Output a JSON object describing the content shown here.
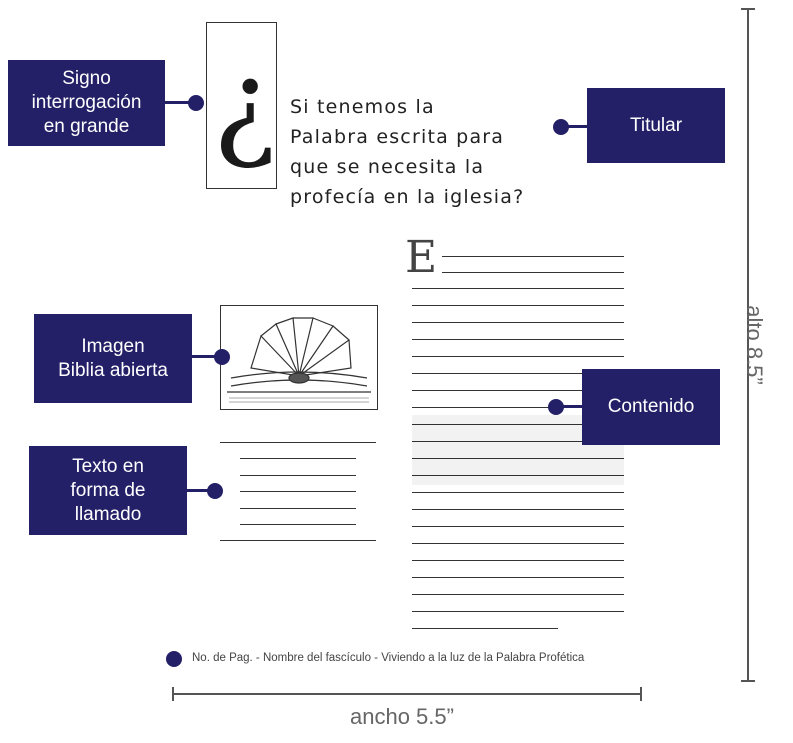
{
  "callouts": {
    "signo": "Signo\ninterrogación\nen grande",
    "titular": "Titular",
    "imagen": "Imagen\nBiblia abierta",
    "texto": "Texto en\nforma de\nllamado",
    "contenido": "Contenido"
  },
  "sketch": {
    "headline": "Si tenemos la\nPalabra escrita para\nque se necesita la\nprofecía en la iglesia?",
    "qmark": "¿",
    "dropcap": "E"
  },
  "footer": {
    "text": "No. de Pag. - Nombre del fascículo - Viviendo a la luz de la Palabra Profética"
  },
  "dimensions": {
    "height": "alto 8.5”",
    "width": "ancho 5.5”"
  },
  "colors": {
    "callout_bg": "#242068",
    "dimension_line": "#555555"
  }
}
